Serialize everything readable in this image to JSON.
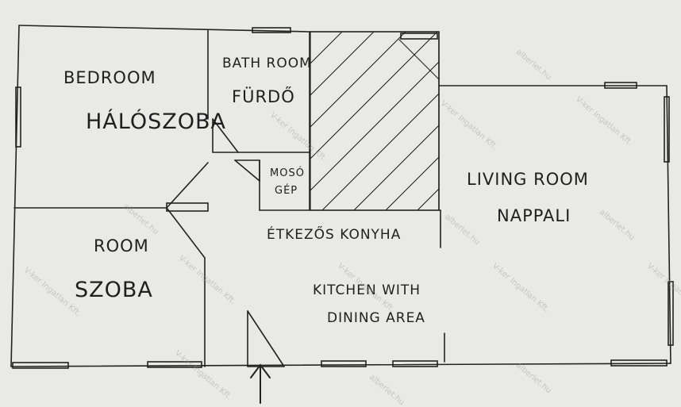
{
  "rooms": {
    "bedroom_en": "BEDROOM",
    "bedroom_hu": "HÁLÓSZOBA",
    "bathroom_en": "BATH ROOM",
    "bathroom_hu": "FÜRDŐ",
    "washer_line1": "MOSÓ",
    "washer_line2": "GÉP",
    "room_en": "ROOM",
    "room_hu": "SZOBA",
    "living_en": "LIVING ROOM",
    "living_hu": "NAPPALI",
    "kitchen_hu": "ÉTKEZŐS KONYHA",
    "kitchen_en_line1": "KITCHEN WITH",
    "kitchen_en_line2": "DINING AREA"
  },
  "watermarks": {
    "brand": "V-ker Ingatlan Kft.",
    "site": "alberlet.hu"
  },
  "colors": {
    "paper": "#e9e9e6",
    "ink": "#1f1f1f"
  }
}
